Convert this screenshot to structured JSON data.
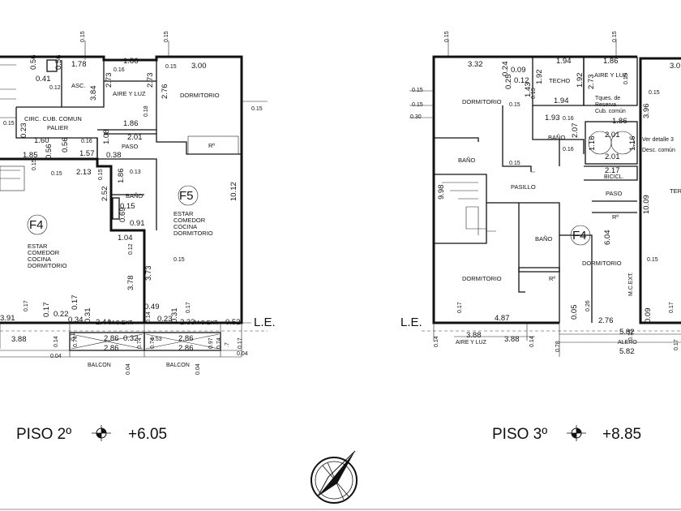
{
  "floors": [
    {
      "title": "PISO 2º",
      "level": "+6.05"
    },
    {
      "title": "PISO 3º",
      "level": "+8.85"
    }
  ],
  "marker_le": "L.E.",
  "units": {
    "f4_left": "F4",
    "f5": "F5",
    "f4_right": "F4"
  },
  "rooms_left": {
    "asc": "ASC.",
    "circ1": "CIRC. CUB. COMUN",
    "circ2": "PALIER",
    "aire_luz": "AIRE Y LUZ",
    "dormitorio": "DORMITORIO",
    "rp": "Rº",
    "paso": "PASO",
    "bano": "BAÑO",
    "f5_1": "ESTAR",
    "f5_2": "COMEDOR",
    "f5_3": "COCINA",
    "f5_4": "DORMITORIO",
    "f4_1": "ESTAR",
    "f4_2": "COMEDOR",
    "f4_3": "COCINA",
    "f4_4": "DORMITORIO",
    "balcon_a": "BALCON",
    "balcon_b": "BALCON",
    "mcext_a": "M.C.EXT.",
    "mcext_b": "M.C.EXT."
  },
  "rooms_right": {
    "dormitorio_a": "DORMITORIO",
    "techo": "TECHO",
    "aire_luz": "AIRE Y LUZ",
    "tanque1": "Tques. de",
    "tanque2": "Reserva",
    "tanque3": "Cub. común",
    "bano_a": "BAÑO",
    "bano_b": "BAÑO",
    "bano_c": "BAÑO",
    "pasillo": "PASILLO",
    "detalle1": "Ver detalle 3",
    "detalle2": "Desc. común",
    "bicicl": "BICICL.",
    "paso": "PASO",
    "ter": "TER",
    "rp_a": "Rº",
    "rp_b": "Rº",
    "dormitorio_b": "DORMITORIO",
    "dormitorio_c": "DORMITORIO",
    "mcext": "M.C.EXT.",
    "aire_luz_bottom": "AIRE Y LUZ",
    "alero": "ALERO"
  },
  "dims_left": {
    "a1": "0.15",
    "a2": "0.15",
    "a3": "0.15",
    "a4": "1.78",
    "a5": "0.56",
    "a6": "0.56",
    "a7": "0.41",
    "a8": "1.86",
    "a9": "0.16",
    "a10": "0.15",
    "a11": "3.00",
    "a12": "2.73",
    "a13": "2.73",
    "a14": "3.84",
    "a15": "2.76",
    "a16": "0.18",
    "a17": "1.86",
    "a18": "0.15",
    "a19": "0.23",
    "a20": "1.60",
    "a21": "0.16",
    "a22": "2.01",
    "a23": "1.08",
    "a24": "0.56",
    "a25": "1.57",
    "a26": "0.38",
    "a27": "1.85",
    "a28": "0.56",
    "a29": "0.15",
    "a30": "0.15",
    "a31": "2.13",
    "a32": "0.15",
    "a33": "1.86",
    "a34": "0.13",
    "a35": "2.52",
    "a36": "0.15",
    "a37": "0.69",
    "a38": "0.91",
    "a39": "10.12",
    "a40": "1.04",
    "a41": "0.12",
    "a42": "0.15",
    "a43": "3.78",
    "a44": "3.73",
    "a45": "0.49",
    "a46": "3.91",
    "a47": "0.17",
    "a48": "0.22",
    "a49": "0.17",
    "a50": "0.17",
    "a51": "0.34",
    "a52": "0.31",
    "a53": "2.44",
    "a54": "0.14",
    "a55": "0.23",
    "a56": "0.31",
    "a57": "0.17",
    "a58": "2.33",
    "a59": "0.52",
    "a60": "3.88",
    "a61": "0.14",
    "a62": "0.04",
    "a63": "0.74",
    "a64": "2.86",
    "a65": "0.32",
    "a66": "2.86",
    "a67": "0.74",
    "a68": "0.53",
    "a69": "2.86",
    "a70": "0.74",
    "a71": "2.86",
    "a72": "0.97",
    "a73": "0.74",
    "a74": "0.17",
    "a75": "0.04",
    "a76": "0.04",
    "a77": "0.04",
    "a78": "0.12",
    "a79": "0.1",
    "a80": ".7"
  },
  "dims_right": {
    "b1": "0.15",
    "b2": "0.15",
    "b3": "0.15",
    "b4": "0.15",
    "b5": "0.15",
    "b6": "0.30",
    "b7": "3.32",
    "b8": "0.24",
    "b9": "0.09",
    "b10": "0.25",
    "b11": "0.12",
    "b12": "1.94",
    "b13": "1.86",
    "b14": "1.92",
    "b15": "1.92",
    "b16": "2.73",
    "b17": "0.15",
    "b18": "1.43",
    "b19": "1.94",
    "b20": "0.15",
    "b21": "3.96",
    "b22": "0.15",
    "b23": "1.86",
    "b24": "1.93",
    "b25": "0.16",
    "b26": "2.07",
    "b27": "2.01",
    "b28": "1.16",
    "b29": "1.16",
    "b30": "0.16",
    "b31": "2.01",
    "b32": "2.17",
    "b33": "9.98",
    "b34": "10.09",
    "b35": "6.04",
    "b36": "0.15",
    "b37": "0.17",
    "b38": "4.87",
    "b39": "0.05",
    "b40": "0.26",
    "b41": "2.76",
    "b42": "0.09",
    "b43": "0.17",
    "b44": "0.14",
    "b45": "3.88",
    "b46": "3.88",
    "b47": "0.14",
    "b48": "0.78",
    "b49": "5.82",
    "b50": "5.82",
    "b51": "0.17",
    "b52": "3.0",
    "b53": "0.15",
    "b54": "0.15"
  }
}
